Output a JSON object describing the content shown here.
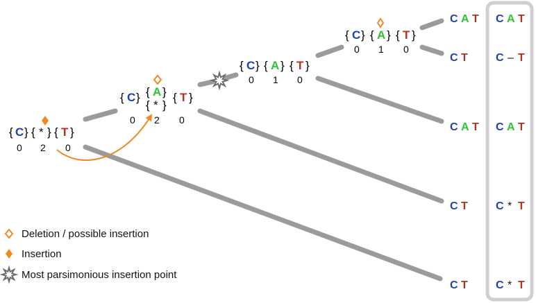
{
  "colors": {
    "C": "#1f3fb4",
    "A": "#2fc42f",
    "T": "#b5321e",
    "punct": "#111111",
    "orange": "#ee8a1f",
    "grey_branch": "#9b9b9b",
    "star_stroke": "#6d6d6d",
    "box_stroke": "#cfcfcf"
  },
  "glyphs": {
    "brace_open": "{",
    "brace_close": "}",
    "star": "*",
    "dash": "–"
  },
  "nodes": {
    "root": {
      "letters": [
        "C",
        "*",
        "T"
      ],
      "counts": [
        "0",
        "2",
        "0"
      ],
      "marker": "insertion-diamond"
    },
    "n2": {
      "letters": [
        "C",
        "A",
        "*",
        "T"
      ],
      "counts": [
        "0",
        "2",
        "0"
      ],
      "marker": "deletion-diamond"
    },
    "n3": {
      "letters": [
        "C",
        "A",
        "T"
      ],
      "counts": [
        "0",
        "1",
        "0"
      ],
      "marker": "parsimonious-star"
    },
    "n4": {
      "letters": [
        "C",
        "A",
        "T"
      ],
      "counts": [
        "0",
        "1",
        "0"
      ],
      "marker": "deletion-diamond"
    }
  },
  "leaves": [
    {
      "seq": [
        "C",
        "A",
        "T"
      ],
      "aligned": [
        "C",
        "A",
        "T"
      ]
    },
    {
      "seq": [
        "C",
        "T"
      ],
      "aligned": [
        "C",
        "–",
        "T"
      ]
    },
    {
      "seq": [
        "C",
        "A",
        "T"
      ],
      "aligned": [
        "C",
        "A",
        "T"
      ]
    },
    {
      "seq": [
        "C",
        "T"
      ],
      "aligned": [
        "C",
        "*",
        "T"
      ]
    },
    {
      "seq": [
        "C",
        "T"
      ],
      "aligned": [
        "C",
        "*",
        "T"
      ]
    }
  ],
  "legend": {
    "deletion": "Deletion / possible insertion",
    "insertion": "Insertion",
    "parsimonious": "Most parsimonious insertion point"
  }
}
